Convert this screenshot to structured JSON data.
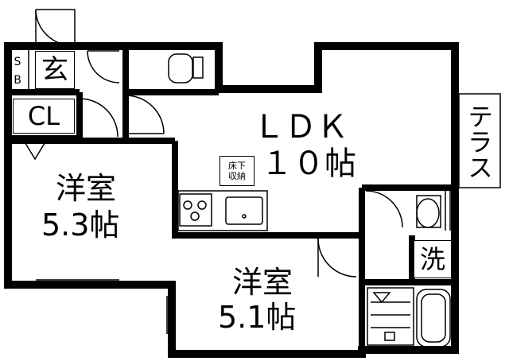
{
  "rooms": {
    "ldk_name": "ＬＤＫ",
    "ldk_size": "１０帖",
    "western1_name": "洋室",
    "western1_size": "5.3帖",
    "western2_name": "洋室",
    "western2_size": "5.1帖"
  },
  "labels": {
    "entrance": "玄",
    "shoe_box_s": "S",
    "shoe_box_b": "B",
    "closet": "CL",
    "terrace": "テラス",
    "washroom": "洗",
    "underfloor_line1": "床下",
    "underfloor_line2": "収納"
  },
  "colors": {
    "wall": "#000000",
    "background": "#ffffff"
  }
}
